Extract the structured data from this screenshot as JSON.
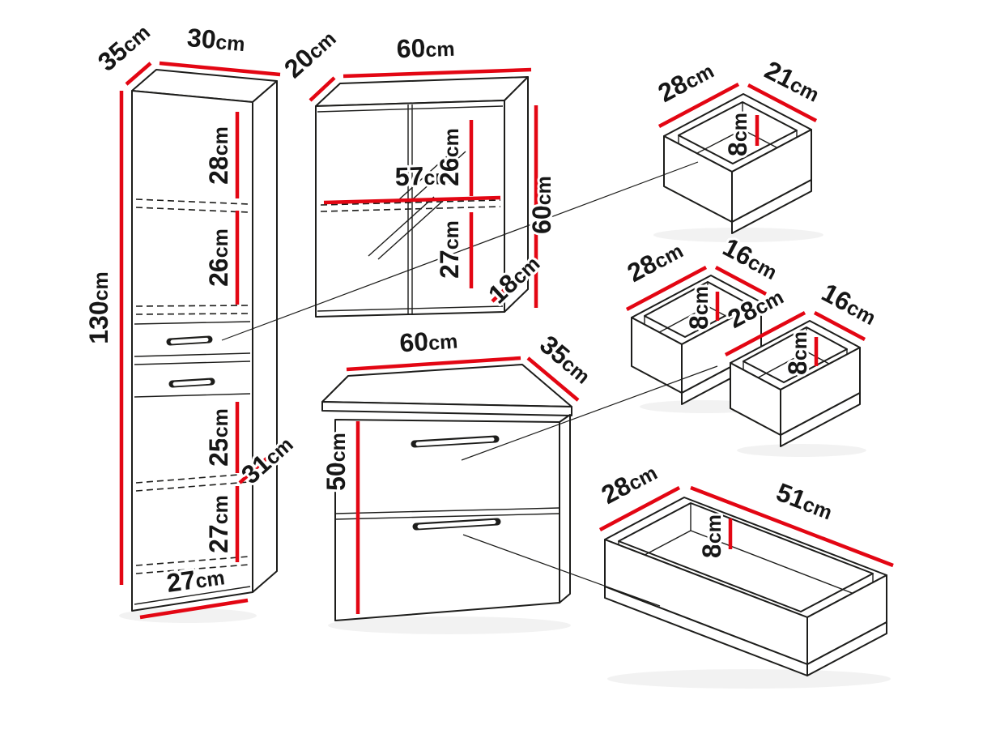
{
  "colors": {
    "dimension_line": "#e30613",
    "outline": "#1d1d1b",
    "label_text": "#161616",
    "background": "#ffffff"
  },
  "tall_cabinet": {
    "depth": {
      "value": "35",
      "unit": "cm"
    },
    "width": {
      "value": "30",
      "unit": "cm"
    },
    "height": {
      "value": "130",
      "unit": "cm"
    },
    "section_top": {
      "value": "28",
      "unit": "cm"
    },
    "section_second": {
      "value": "26",
      "unit": "cm"
    },
    "section_third": {
      "value": "25",
      "unit": "cm"
    },
    "section_bottom": {
      "value": "27",
      "unit": "cm"
    },
    "inner_depth": {
      "value": "31",
      "unit": "cm"
    },
    "inner_width": {
      "value": "27",
      "unit": "cm"
    }
  },
  "wall_cabinet": {
    "depth": {
      "value": "20",
      "unit": "cm"
    },
    "width": {
      "value": "60",
      "unit": "cm"
    },
    "height": {
      "value": "60",
      "unit": "cm"
    },
    "inner_width": {
      "value": "57",
      "unit": "cm"
    },
    "section_upper": {
      "value": "26",
      "unit": "cm"
    },
    "section_lower": {
      "value": "27",
      "unit": "cm"
    },
    "shelf_depth": {
      "value": "18",
      "unit": "cm"
    }
  },
  "base_cabinet": {
    "width": {
      "value": "60",
      "unit": "cm"
    },
    "depth": {
      "value": "35",
      "unit": "cm"
    },
    "height": {
      "value": "50",
      "unit": "cm"
    }
  },
  "drawer_small": {
    "depth": {
      "value": "28",
      "unit": "cm"
    },
    "width": {
      "value": "21",
      "unit": "cm"
    },
    "height": {
      "value": "8",
      "unit": "cm"
    }
  },
  "drawer_mid_left": {
    "depth": {
      "value": "28",
      "unit": "cm"
    },
    "width": {
      "value": "16",
      "unit": "cm"
    },
    "height": {
      "value": "8",
      "unit": "cm"
    }
  },
  "drawer_mid_right": {
    "depth": {
      "value": "28",
      "unit": "cm"
    },
    "width": {
      "value": "16",
      "unit": "cm"
    },
    "height": {
      "value": "8",
      "unit": "cm"
    }
  },
  "drawer_large": {
    "depth": {
      "value": "28",
      "unit": "cm"
    },
    "width": {
      "value": "51",
      "unit": "cm"
    },
    "height": {
      "value": "8",
      "unit": "cm"
    }
  }
}
